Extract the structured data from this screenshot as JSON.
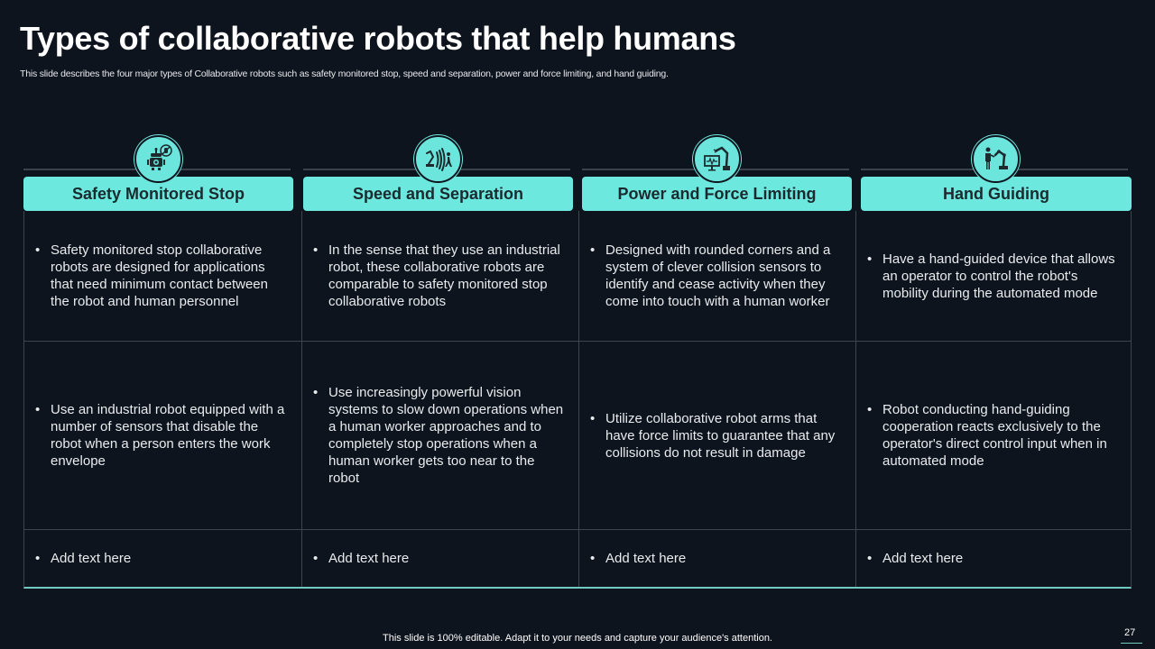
{
  "slide": {
    "title": "Types of collaborative robots that help humans",
    "subtitle": "This slide describes the four major types of Collaborative robots such as safety monitored stop, speed and separation, power and force limiting, and hand guiding.",
    "footer": "This slide is 100% editable. Adapt it to your needs and capture your audience's attention.",
    "page_number": "27"
  },
  "colors": {
    "background": "#0e141d",
    "accent_teal": "#6ce8df",
    "header_text": "#1a2a2e",
    "grid_line": "#3c454e",
    "bottom_line": "#72c9c0"
  },
  "columns": [
    {
      "header": "Safety Monitored Stop",
      "icon": "robot-no-touch-icon",
      "rows": [
        "Safety monitored stop collaborative robots are designed for applications that need minimum contact between the robot and human personnel",
        "Use an industrial robot equipped with a number of sensors that disable the robot when a person enters the work envelope",
        "Add text here"
      ]
    },
    {
      "header": "Speed and Separation",
      "icon": "robot-arm-signal-person-icon",
      "rows": [
        "In the sense that they use an industrial robot, these collaborative robots are comparable to safety monitored stop collaborative robots",
        "Use increasingly powerful vision systems to slow down operations when a human worker approaches and to completely stop operations when a human worker gets too near to the robot",
        "Add text here"
      ]
    },
    {
      "header": "Power and Force Limiting",
      "icon": "robot-arm-monitor-icon",
      "rows": [
        "Designed with rounded corners and a system of clever collision sensors to identify and cease activity when they come into touch with a human worker",
        "Utilize collaborative robot arms that have force limits to guarantee that any collisions do not result in damage",
        "Add text here"
      ]
    },
    {
      "header": "Hand Guiding",
      "icon": "person-robot-arm-icon",
      "rows": [
        "Have a hand-guided device that allows an operator to control the robot's mobility during the automated mode",
        "Robot conducting hand-guiding cooperation reacts exclusively to the operator's direct control input when in automated mode",
        "Add text here"
      ]
    }
  ],
  "bullet_glyph": "•"
}
